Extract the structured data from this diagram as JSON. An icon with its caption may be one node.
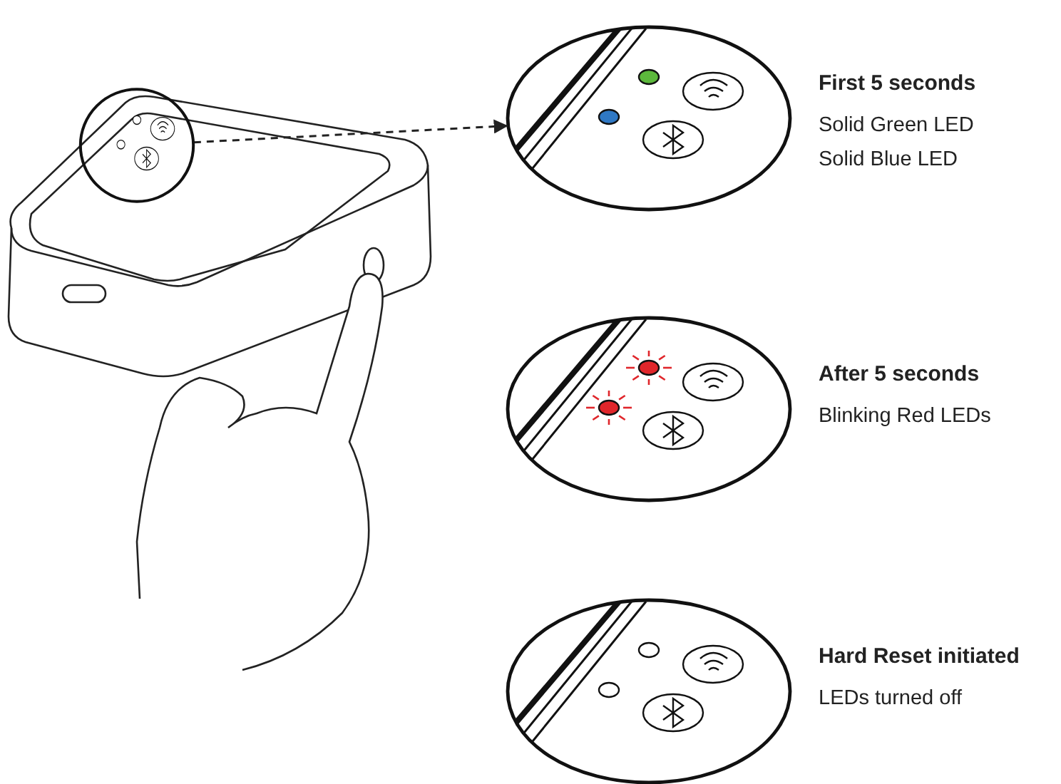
{
  "diagram": {
    "nodes": [
      {
        "text": [],
        "shape": "circle"
      },
      {
        "text": [],
        "shape": "circle",
        "beside": [
          "First 5 seconds",
          "Solid Green LED",
          "Solid Blue LED"
        ]
      },
      {
        "text": [],
        "shape": "circle",
        "beside": [
          "After 5 seconds",
          "Blinking Red LEDs"
        ]
      },
      {
        "text": [],
        "shape": "circle",
        "beside": [
          "Hard Reset initiated",
          "LEDs turned off"
        ]
      }
    ],
    "edges": [
      {
        "from": 0,
        "to": 1,
        "arrow": "to",
        "style": "dashed"
      }
    ]
  }
}
